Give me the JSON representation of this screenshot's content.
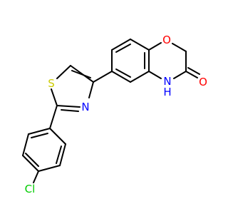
{
  "molecule": {
    "atoms": {
      "oxygen_ring": {
        "symbol": "O",
        "color": "#ff0000"
      },
      "oxygen_carbonyl": {
        "symbol": "O",
        "color": "#ff0000"
      },
      "nitrogen_amide": {
        "symbol": "N",
        "color": "#0000ff"
      },
      "hydrogen_amide": {
        "symbol": "H",
        "color": "#0000ff"
      },
      "sulfur_thiazole": {
        "symbol": "S",
        "color": "#cccc00"
      },
      "nitrogen_thiazole": {
        "symbol": "N",
        "color": "#0000ff"
      },
      "chlorine": {
        "symbol": "Cl",
        "color": "#00cc00"
      }
    }
  }
}
